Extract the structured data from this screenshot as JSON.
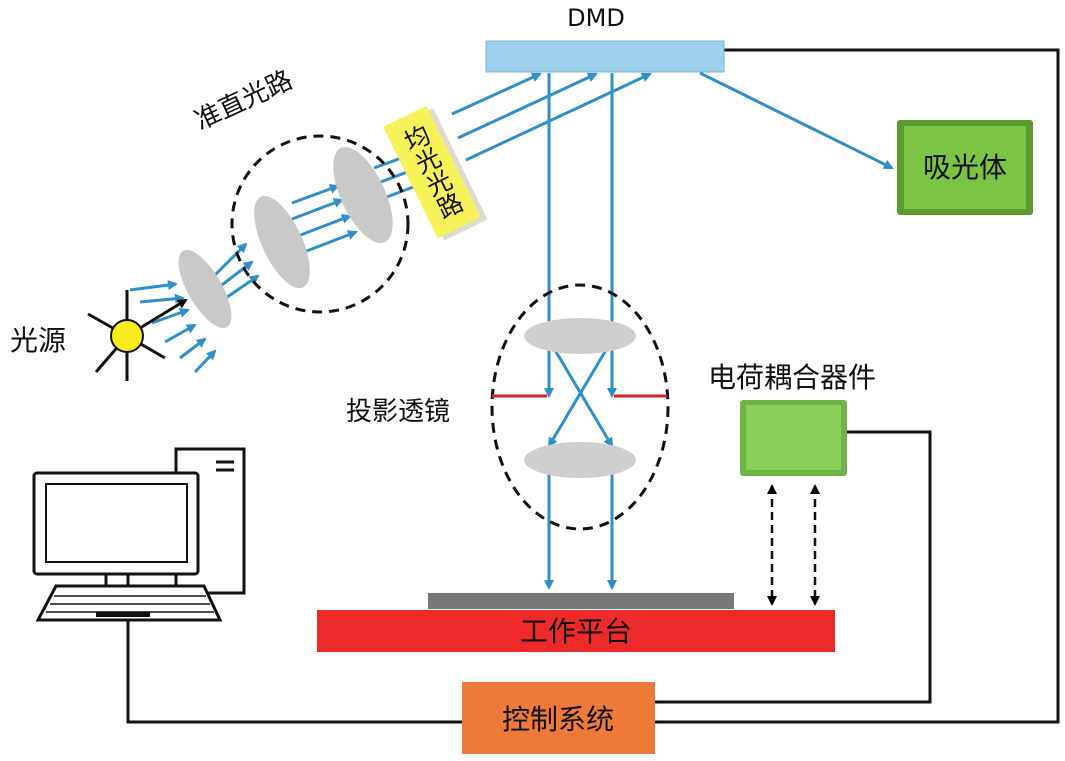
{
  "labels": {
    "dmd": "DMD",
    "absorber": "吸光体",
    "collimation": "准直光路",
    "homogenizer": "均光光路",
    "light_source": "光源",
    "projection_lens": "投影透镜",
    "ccd": "电荷耦合器件",
    "work_platform": "工作平台",
    "control_system": "控制系统"
  },
  "colors": {
    "beam": "#2f8fc9",
    "dmd": "#9fd0ec",
    "absorber": "#7cc444",
    "ccd": "#8bd05a",
    "homogenizer": "#f5f25a",
    "lens": "#c9c9c9",
    "stop": "#d9202a",
    "platform": "#ee2a2a",
    "substrate": "#777777",
    "control": "#ee7a3a",
    "sun": "#f7ec1c"
  },
  "icons": [
    "computer-icon",
    "light-source-icon"
  ]
}
